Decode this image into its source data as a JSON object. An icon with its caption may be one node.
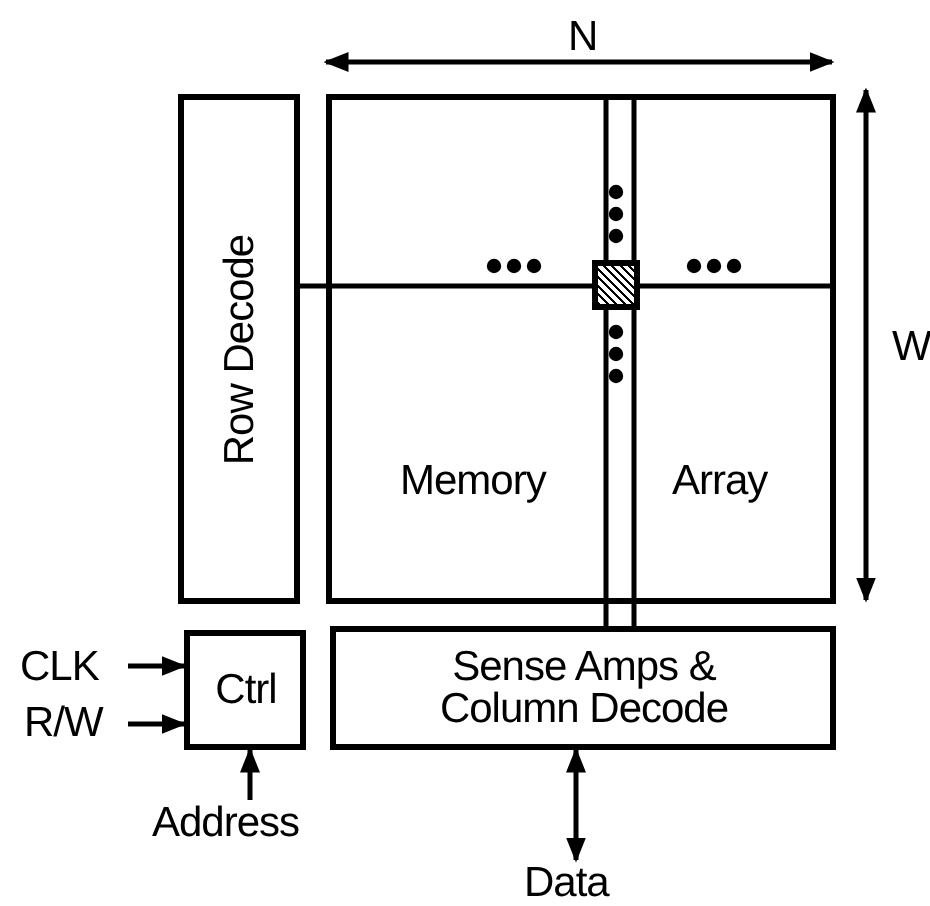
{
  "diagram": {
    "nodes": [
      {
        "text": [
          "Row Decode"
        ]
      },
      {
        "text": [
          "Memory",
          "Array"
        ]
      },
      {
        "text": [],
        "shape": "box",
        "in": 1
      },
      {
        "text": [
          "Ctrl"
        ]
      },
      {
        "text": [
          "Sense Amps & Column Decode"
        ]
      },
      {
        "text": [
          "CLK"
        ]
      },
      {
        "text": [
          "R/W"
        ]
      },
      {
        "text": [
          "Address"
        ]
      },
      {
        "text": [
          "Data"
        ]
      }
    ],
    "edges": [
      {
        "from": 0,
        "to": 2,
        "arrow": "none"
      },
      {
        "from": 2,
        "to": 4,
        "arrow": "none"
      },
      {
        "from": 2,
        "to": 4,
        "arrow": "none"
      },
      {
        "from": 5,
        "to": 3,
        "arrow": "to"
      },
      {
        "from": 6,
        "to": 3,
        "arrow": "to"
      },
      {
        "from": 7,
        "to": 3,
        "arrow": "to"
      },
      {
        "from": 4,
        "to": 8,
        "arrow": "both"
      }
    ],
    "labels": [
      "N",
      "W"
    ]
  }
}
